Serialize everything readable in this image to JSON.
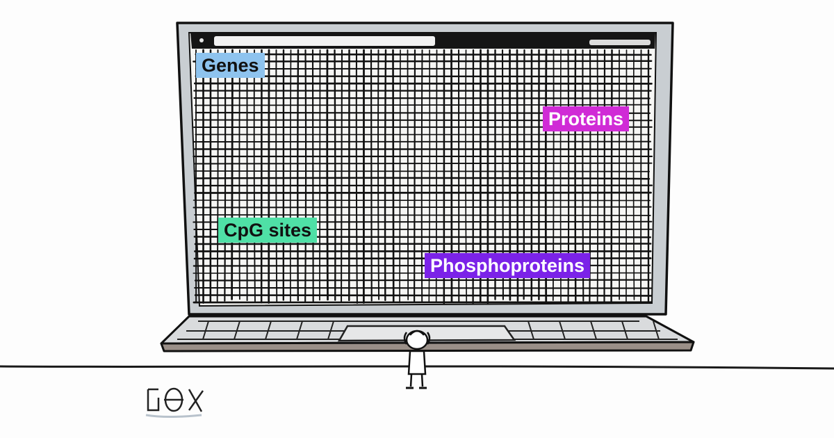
{
  "labels": {
    "genes": "Genes",
    "proteins": "Proteins",
    "cpg_sites": "CpG sites",
    "phosphoproteins": "Phosphoproteins"
  },
  "colors": {
    "genes": "#8ec3ee",
    "proteins": "#d02bd6",
    "cpg_sites": "#4fe0a6",
    "phosphoproteins": "#7b22e8",
    "laptop_frame": "#c9ced2",
    "grid_ink": "#111111",
    "keyboard_base": "#d7d9db",
    "floor": "#1a1a1a"
  },
  "icons": [
    "laptop-illustration",
    "person-figure",
    "signature-mark"
  ]
}
